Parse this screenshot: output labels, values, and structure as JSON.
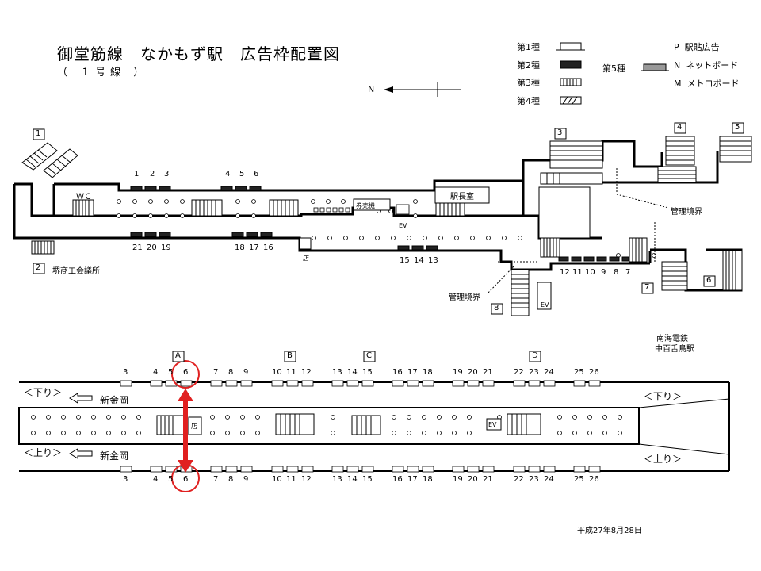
{
  "header": {
    "title": "御堂筋線　なかもず駅　広告枠配置図",
    "subtitle": "（ １号線 ）",
    "north": "N"
  },
  "legend": {
    "t1": "第1種",
    "t2": "第2種",
    "t3": "第3種",
    "t4": "第4種",
    "t5": "第5種",
    "p": "P",
    "p_label": "駅貼広告",
    "n": "N",
    "n_label": "ネットボード",
    "m": "M",
    "m_label": "メトロボード"
  },
  "concourse": {
    "exits": [
      "1",
      "2",
      "3",
      "4",
      "5",
      "6",
      "7",
      "8"
    ],
    "exit2_label": "堺商工会議所",
    "wc": "ＷＣ",
    "ticket": "券売機",
    "office": "駅長室",
    "ev": "EV",
    "shop": "店",
    "boundary1": "管理境界",
    "boundary2": "管理境界",
    "nankai": "南海電鉄",
    "nankai2": "中百舌鳥駅",
    "top_nums_a": [
      "1",
      "2",
      "3"
    ],
    "top_nums_b": [
      "4",
      "5",
      "6"
    ],
    "bot_nums_a": [
      "21",
      "20",
      "19"
    ],
    "bot_nums_b": [
      "18",
      "17",
      "16"
    ],
    "bot_nums_c": [
      "15",
      "14",
      "13"
    ],
    "bot_nums_d": [
      "12",
      "11",
      "10",
      "9",
      "8",
      "7"
    ]
  },
  "platform": {
    "sections": [
      "A",
      "B",
      "C",
      "D"
    ],
    "nums": [
      "3",
      "4",
      "5",
      "6",
      "7",
      "8",
      "9",
      "10",
      "11",
      "12",
      "13",
      "14",
      "15",
      "16",
      "17",
      "18",
      "19",
      "20",
      "21",
      "22",
      "23",
      "24",
      "25",
      "26"
    ],
    "down_left": "＜下り＞",
    "up_left": "＜上り＞",
    "down_right": "＜下り＞",
    "up_right": "＜上り＞",
    "dest_down": "新金岡",
    "dest_up": "新金岡",
    "shop": "店",
    "ev": "EV"
  },
  "date": "平成27年8月28日",
  "colors": {
    "highlight": "#e02020",
    "ink": "#000000"
  }
}
